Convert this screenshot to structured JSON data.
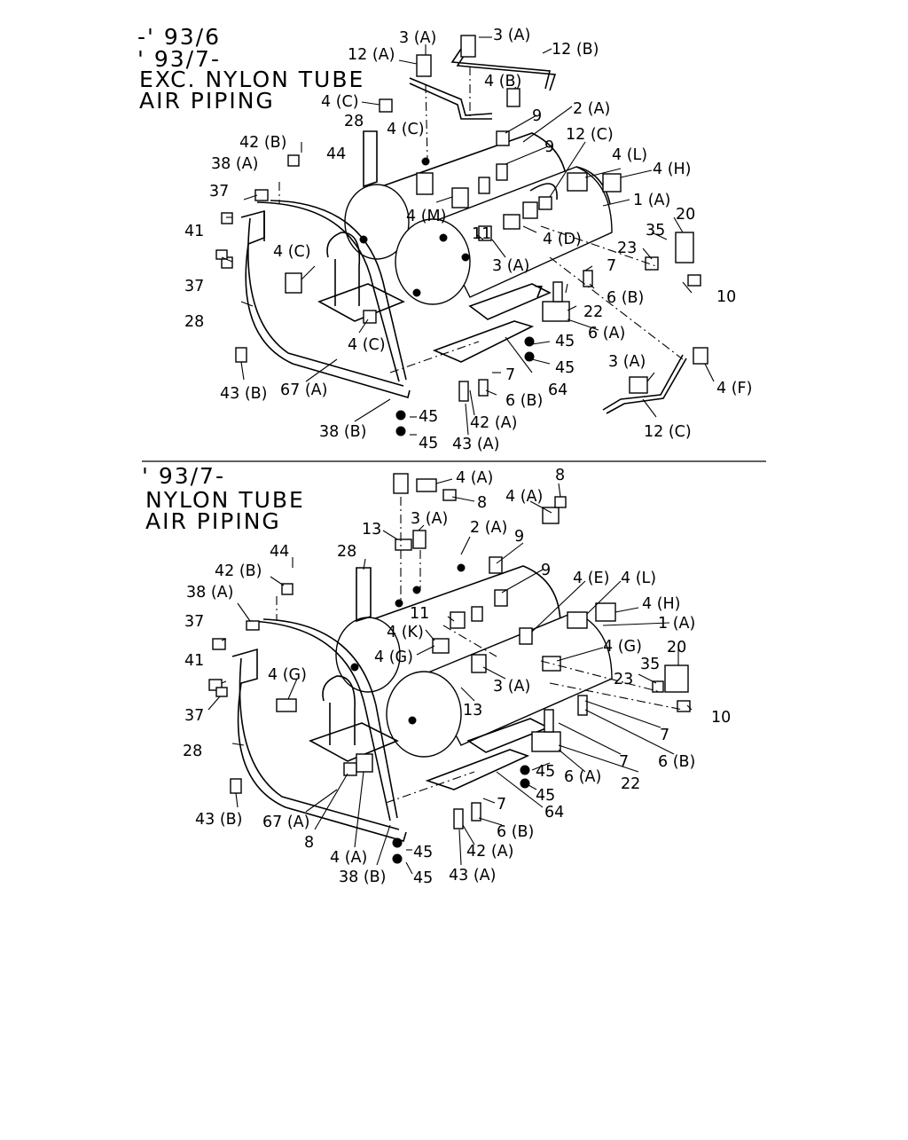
{
  "sections": {
    "top": {
      "heading_lines": [
        "-' 93/6",
        "' 93/7-",
        "EXC. NYLON TUBE",
        "AIR PIPING"
      ],
      "labels": [
        "12 (A)",
        "3 (A)",
        "3 (A)",
        "12 (B)",
        "4 (B)",
        "4 (C)",
        "28",
        "9",
        "2 (A)",
        "42 (B)",
        "44",
        "4 (C)",
        "9",
        "12 (C)",
        "38 (A)",
        "4 (L)",
        "4 (H)",
        "37",
        "4 (M)",
        "1 (A)",
        "11",
        "20",
        "41",
        "4 (C)",
        "4 (D)",
        "35",
        "3 (A)",
        "23",
        "37",
        "7",
        "10",
        "6 (B)",
        "7",
        "28",
        "22",
        "4 (C)",
        "6 (A)",
        "45",
        "45",
        "43 (B)",
        "7",
        "3 (A)",
        "67 (A)",
        "64",
        "4 (F)",
        "6 (B)",
        "45",
        "42 (A)",
        "12 (C)",
        "38 (B)",
        "45",
        "43 (A)"
      ]
    },
    "bottom": {
      "heading_lines": [
        "' 93/7-",
        "NYLON TUBE",
        "AIR PIPING"
      ],
      "labels": [
        "4 (A)",
        "8",
        "4 (A)",
        "8",
        "13",
        "3 (A)",
        "2 (A)",
        "9",
        "44",
        "28",
        "42 (B)",
        "9",
        "38 (A)",
        "4 (E)",
        "4 (L)",
        "4 (H)",
        "37",
        "11",
        "1 (A)",
        "4 (K)",
        "4 (G)",
        "4 (G)",
        "20",
        "41",
        "35",
        "3 (A)",
        "23",
        "4 (G)",
        "13",
        "10",
        "37",
        "7",
        "6 (B)",
        "28",
        "7",
        "45",
        "6 (A)",
        "22",
        "45",
        "43 (B)",
        "7",
        "67 (A)",
        "64",
        "6 (B)",
        "8",
        "42 (A)",
        "4 (A)",
        "45",
        "38 (B)",
        "45",
        "43 (A)"
      ]
    }
  }
}
